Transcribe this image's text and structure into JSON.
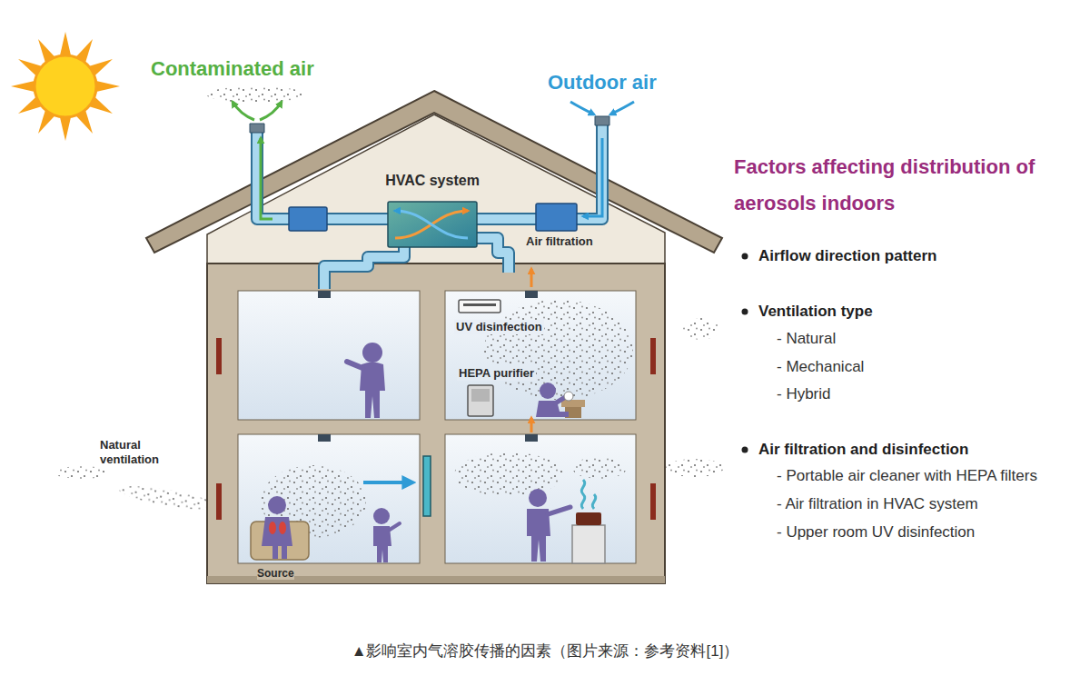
{
  "diagram": {
    "title": "Factors affecting distribution of aerosols indoors",
    "caption": "▲影响室内气溶胶传播的因素（图片来源：参考资料[1]）",
    "nodes": [
      {
        "text": [
          "HVAC system"
        ]
      }
    ],
    "labels": [
      "Contaminated air",
      "Outdoor air",
      "Air filtration",
      "UV disinfection",
      "HEPA purifier",
      "Natural ventilation",
      "Source",
      "Airflow direction pattern",
      "Ventilation type",
      "- Natural",
      "- Mechanical",
      "- Hybrid",
      "Air filtration and disinfection",
      "- Portable air cleaner with HEPA filters",
      "- Air filtration in HVAC system",
      "- Upper room UV disinfection"
    ]
  }
}
